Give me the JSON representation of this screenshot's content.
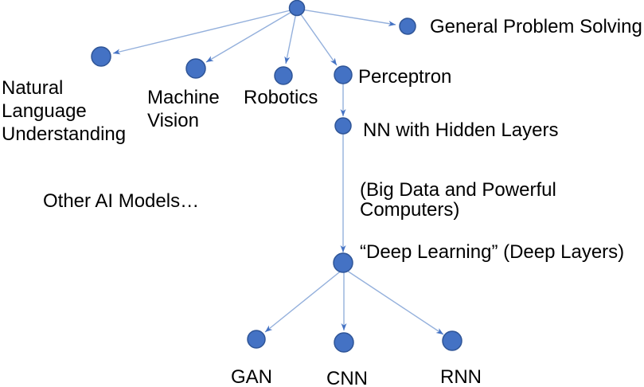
{
  "diagram": {
    "description": "Tree diagram of AI model history/branches",
    "labels": {
      "general_problem_solving": "General Problem Solving",
      "natural_language_understanding": "Natural\nLanguage\nUnderstanding",
      "machine_vision": "Machine\nVision",
      "robotics": "Robotics",
      "perceptron": "Perceptron",
      "nn_hidden_layers": "NN with Hidden Layers",
      "big_data_note": "(Big Data and Powerful Computers)",
      "deep_learning": "“Deep Learning” (Deep Layers)",
      "other_ai_models": "Other AI Models…",
      "gan": "GAN",
      "cnn": "CNN",
      "rnn": "RNN"
    },
    "edges": [
      [
        "root",
        "natural_language_understanding"
      ],
      [
        "root",
        "machine_vision"
      ],
      [
        "root",
        "robotics"
      ],
      [
        "root",
        "perceptron"
      ],
      [
        "root",
        "general_problem_solving"
      ],
      [
        "perceptron",
        "nn_hidden_layers"
      ],
      [
        "nn_hidden_layers",
        "deep_learning"
      ],
      [
        "deep_learning",
        "gan"
      ],
      [
        "deep_learning",
        "cnn"
      ],
      [
        "deep_learning",
        "rnn"
      ]
    ],
    "colors": {
      "node_fill": "#4472C4",
      "node_stroke": "#2F5597",
      "edge_line": "#94B0DC",
      "arrowhead": "#4472C4",
      "text": "#000000",
      "background": "#FFFFFF"
    }
  }
}
